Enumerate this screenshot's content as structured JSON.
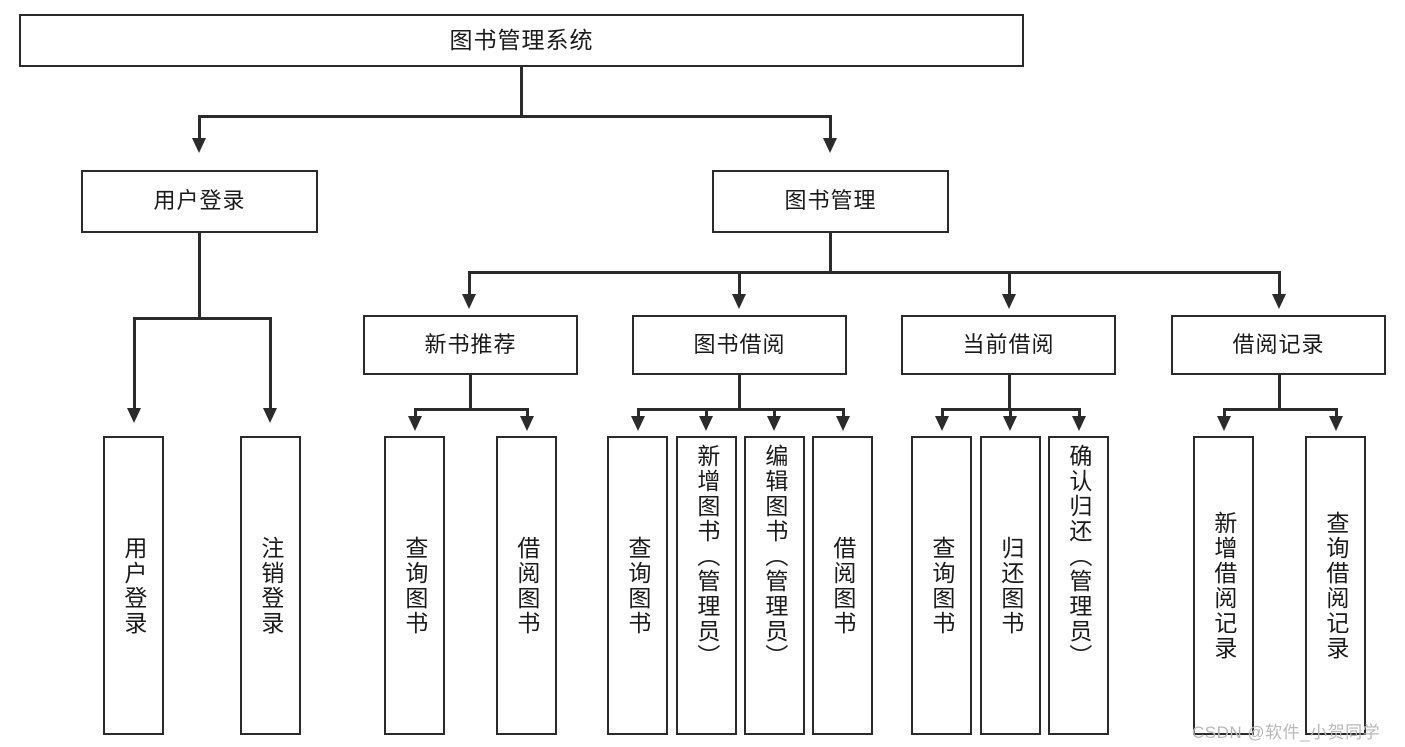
{
  "diagram": {
    "title": "图书管理系统",
    "type": "功能结构图",
    "root": {
      "label": "图书管理系统"
    },
    "level2": [
      {
        "label": "用户登录"
      },
      {
        "label": "图书管理"
      }
    ],
    "level3": [
      {
        "label": "新书推荐"
      },
      {
        "label": "图书借阅"
      },
      {
        "label": "当前借阅"
      },
      {
        "label": "借阅记录"
      }
    ],
    "leaves": {
      "user_login": [
        {
          "label": "用户登录"
        },
        {
          "label": "注销登录"
        }
      ],
      "new_book_recommend": [
        {
          "label": "查询图书"
        },
        {
          "label": "借阅图书"
        }
      ],
      "book_borrow": [
        {
          "label": "查询图书"
        },
        {
          "label": "新增图书（管理员）"
        },
        {
          "label": "编辑图书（管理员）"
        },
        {
          "label": "借阅图书"
        }
      ],
      "current_borrow": [
        {
          "label": "查询图书"
        },
        {
          "label": "归还图书"
        },
        {
          "label": "确认归还（管理员）"
        }
      ],
      "borrow_record": [
        {
          "label": "新增借阅记录"
        },
        {
          "label": "查询借阅记录"
        }
      ]
    }
  },
  "watermark": {
    "text": "CSDN @软件_小贺同学"
  },
  "colors": {
    "stroke": "#2b2b2b",
    "background": "#ffffff",
    "text": "#1a1a1a",
    "watermark": "#b9b9b9"
  }
}
